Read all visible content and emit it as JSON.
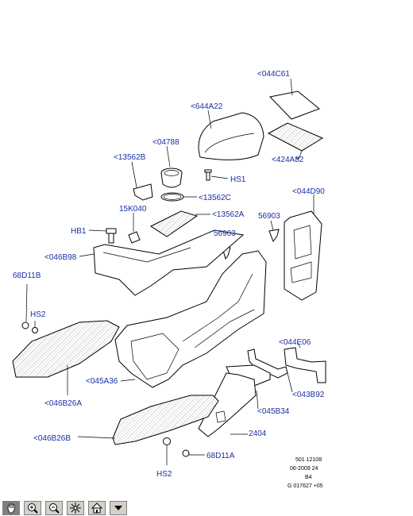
{
  "diagram": {
    "labels": {
      "l044C61": "<044C61",
      "l644A22": "<644A22",
      "l04788": "<04788",
      "l13562B": "<13562B",
      "lHS1": "HS1",
      "l424A82": "<424A82",
      "l13562C": "<13562C",
      "l044D90": "<044D90",
      "l15K040": "15K040",
      "l13562A": "<13562A",
      "l56903a": "56903",
      "lHB1": "HB1",
      "l56903b": "56903",
      "l046B98": "<046B98",
      "l68D11B": "68D11B",
      "lHS2a": "HS2",
      "l044E06": "<044E06",
      "l045A36": "<045A36",
      "l043B92": "<043B92",
      "l046B26A": "<046B26A",
      "l045B34": "<045B34",
      "l2404": "2404",
      "l046B26B": "<046B26B",
      "l68D11A": "68D11A",
      "lHS2b": "HS2"
    },
    "codes": [
      "501 12108",
      "06-2009 24",
      "B4",
      "G 017627 +05"
    ],
    "colors": {
      "label": "#1a2fa0",
      "toolbar": "#d4d0c8"
    }
  },
  "toolbar": {
    "buttons": [
      {
        "icon": "pan-hand-icon"
      },
      {
        "icon": "zoom-in-icon"
      },
      {
        "icon": "zoom-out-icon"
      },
      {
        "icon": "fit-page-icon"
      },
      {
        "icon": "home-icon"
      },
      {
        "icon": "dropdown-arrow-icon"
      }
    ]
  }
}
